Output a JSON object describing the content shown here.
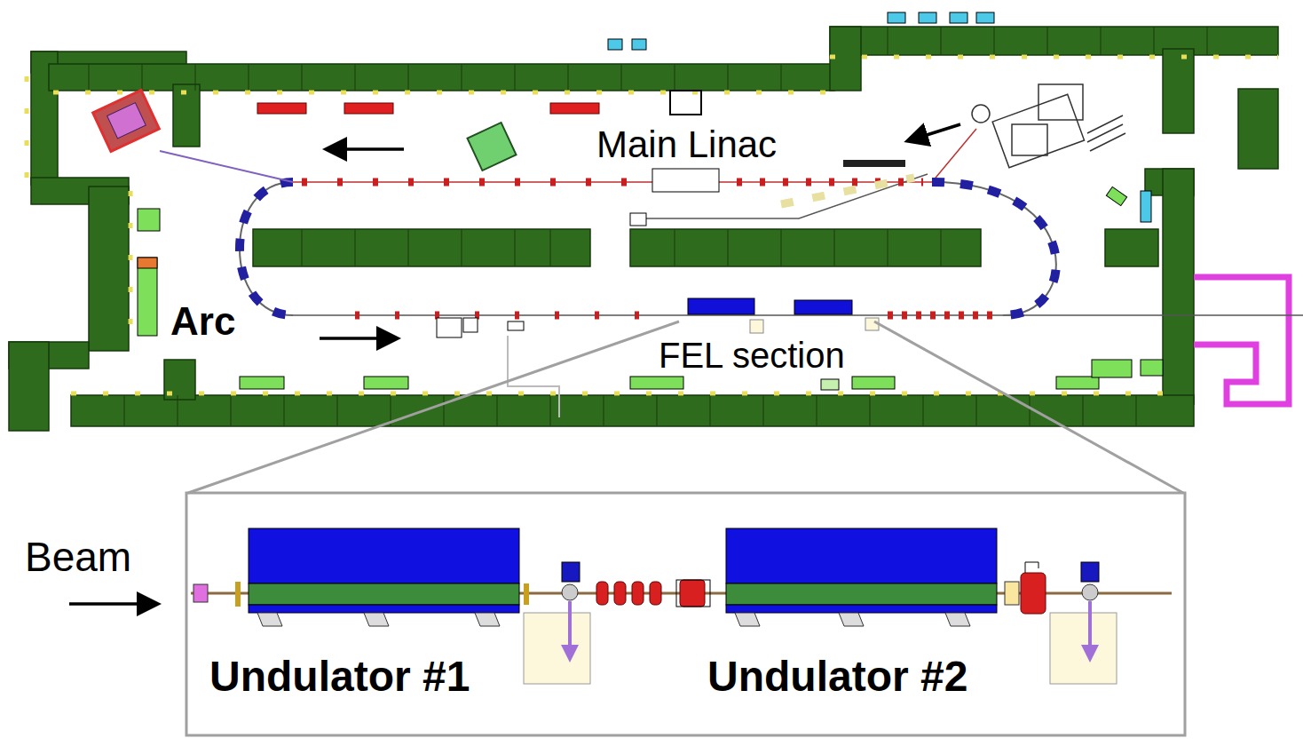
{
  "diagram": {
    "labels": [
      "Main Linac",
      "Arc",
      "FEL section",
      "Beam",
      "Undulator #1",
      "Undulator #2"
    ]
  }
}
